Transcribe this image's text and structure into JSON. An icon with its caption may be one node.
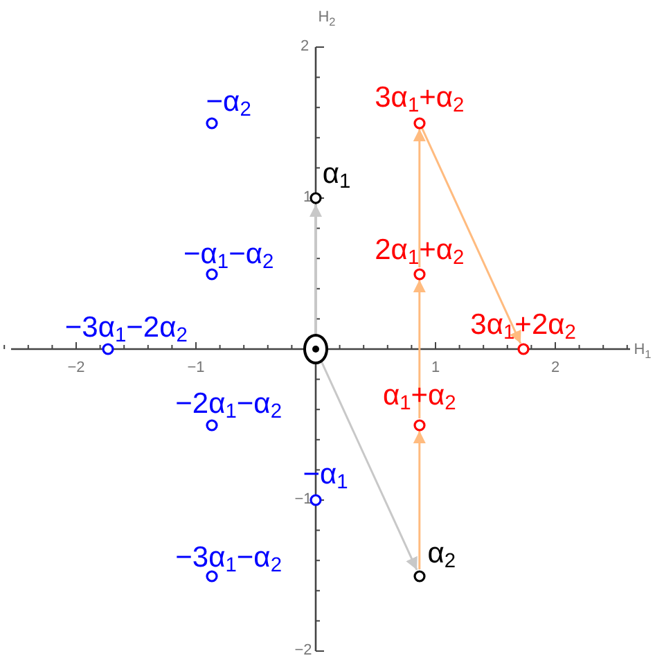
{
  "diagram": {
    "nodes": [
      {
        "text": [],
        "shape": "circle"
      },
      {
        "text": [],
        "shape": "circle",
        "beside": [
          "α$_{1}$"
        ]
      },
      {
        "text": [],
        "shape": "circle",
        "beside": [
          "α$_{2}$"
        ]
      },
      {
        "text": [],
        "shape": "circle",
        "beside": [
          "α$_{1}$+α$_{2}$"
        ]
      },
      {
        "text": [],
        "shape": "circle",
        "beside": [
          "2α$_{1}$+α$_{2}$"
        ]
      },
      {
        "text": [],
        "shape": "circle",
        "beside": [
          "3α$_{1}$+α$_{2}$"
        ]
      },
      {
        "text": [],
        "shape": "circle",
        "beside": [
          "3α$_{1}$+2α$_{2}$"
        ]
      },
      {
        "text": [],
        "shape": "circle",
        "beside": [
          "−α$_{1}$"
        ]
      },
      {
        "text": [],
        "shape": "circle",
        "beside": [
          "−α$_{2}$"
        ]
      },
      {
        "text": [],
        "shape": "circle",
        "beside": [
          "−α$_{1}$−α$_{2}$"
        ]
      },
      {
        "text": [],
        "shape": "circle",
        "beside": [
          "−2α$_{1}$−α$_{2}$"
        ]
      },
      {
        "text": [],
        "shape": "circle",
        "beside": [
          "−3α$_{1}$−α$_{2}$"
        ]
      },
      {
        "text": [],
        "shape": "circle",
        "beside": [
          "−3α$_{1}$−2α$_{2}$"
        ]
      }
    ],
    "edges": [
      {
        "from": 0,
        "to": 1,
        "arrow": "to",
        "color": "#c8c8c8"
      },
      {
        "from": 0,
        "to": 2,
        "arrow": "to",
        "color": "#c8c8c8"
      },
      {
        "from": 2,
        "to": 3,
        "arrow": "to"
      },
      {
        "from": 3,
        "to": 4,
        "arrow": "to"
      },
      {
        "from": 4,
        "to": 5,
        "arrow": "to"
      },
      {
        "from": 5,
        "to": 6,
        "arrow": "to"
      }
    ],
    "labels": [
      "H$_{2}$",
      "2",
      "1",
      "H$_{1}$",
      "−2",
      "−1",
      "1",
      "2",
      "−1",
      "−2"
    ]
  }
}
